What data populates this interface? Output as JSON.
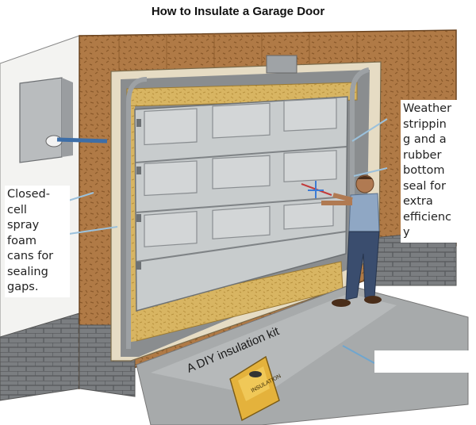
{
  "title": "How to Insulate a Garage Door",
  "labels": {
    "weather_stripping": "Weather\nstrippin\ng and a\nrubber\nbottom\nseal for\nextra\nefficienc\ny",
    "spray_foam": "Closed-\ncell\nspray\nfoam\ncans for\nsealing\ngaps.",
    "diy_kit": "A DIY insulation kit"
  },
  "kit_bag_text": "INSULATION",
  "colors": {
    "wall_wood": "#b07a46",
    "insulation": "#d8b562",
    "door": "#c8cccd",
    "floor": "#a7aaab",
    "block": "#777a7d",
    "shirt": "#8fa7c4",
    "jeans": "#3a4d6e"
  }
}
